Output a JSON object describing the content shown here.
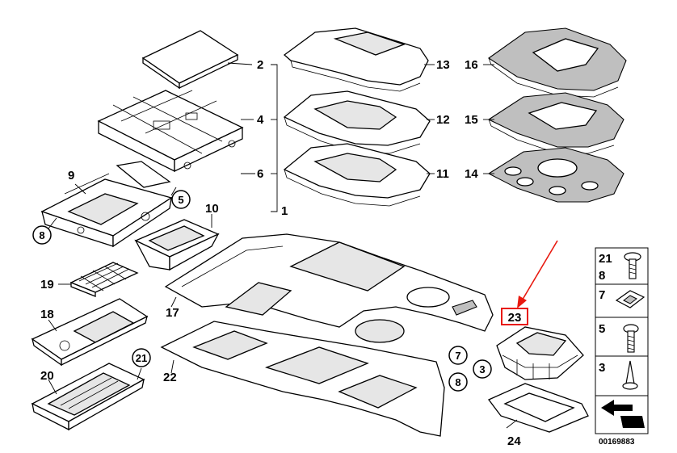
{
  "diagram": {
    "document_code": "00169883",
    "highlighted_part": "23",
    "accent_color": "#e8190f",
    "callouts": {
      "c1": "1",
      "c2": "2",
      "c4": "4",
      "c6": "6",
      "c13": "13",
      "c12": "12",
      "c11": "11",
      "c16": "16",
      "c15": "15",
      "c14": "14",
      "c9": "9",
      "c5": "5",
      "c8": "8",
      "c10": "10",
      "c19": "19",
      "c18": "18",
      "c20": "20",
      "c21": "21",
      "c17": "17",
      "c22": "22",
      "c7b": "7",
      "c8b": "8",
      "c3b": "3",
      "c23": "23",
      "c24": "24"
    },
    "legend": {
      "r1a": "21",
      "r1b": "8",
      "r2": "7",
      "r3": "5",
      "r4": "3"
    }
  }
}
